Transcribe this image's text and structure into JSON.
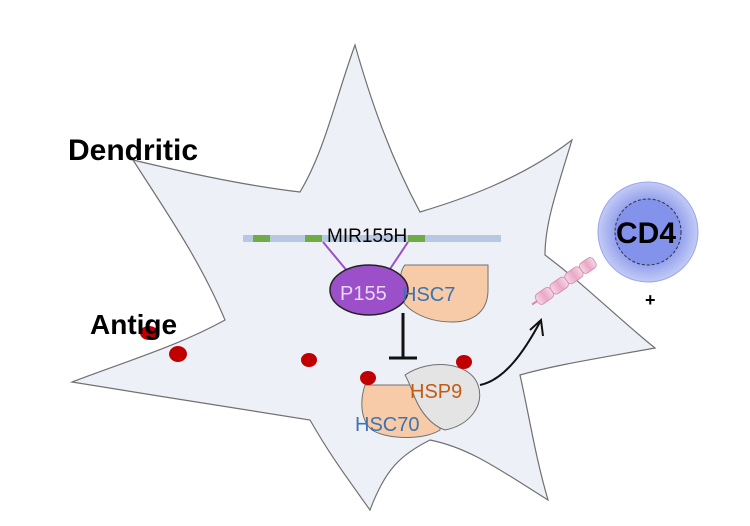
{
  "labels": {
    "dendritic": "Dendritic",
    "antigen": "Antige",
    "gene": "MIR155H",
    "p155": "P155",
    "hsc7": "HSC7",
    "hsp9": "HSP9",
    "hsc70": "HSC70",
    "cd4": "CD4",
    "plus": "+"
  },
  "colors": {
    "cell_fill": "#eef0f8",
    "cell_stroke": "#707070",
    "dna_strand": "#b7c9e2",
    "dna_segment": "#6fac46",
    "p155_fill": "#9b4fc9",
    "hsc_fill": "#f8cba8",
    "hsp9_fill": "#e4e4e4",
    "antigen_dot": "#c00000",
    "cd4_outer": "#aab4f0",
    "cd4_inner": "#7f8fe8",
    "hsc_text": "#3b74b3",
    "hsp9_text": "#c55a11",
    "receptor": "#f2bcd2"
  }
}
